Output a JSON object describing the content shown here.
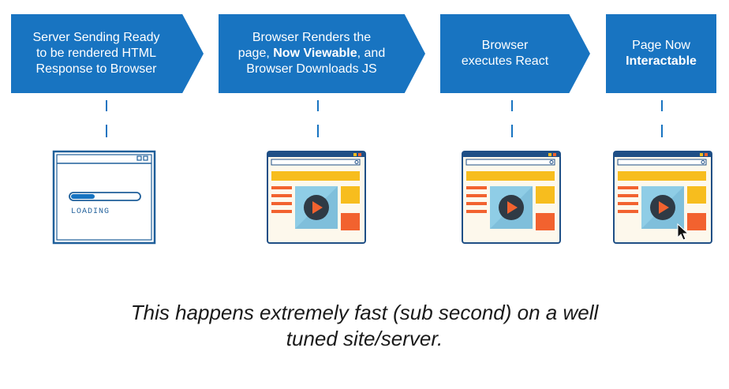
{
  "steps": [
    {
      "lines": [
        [
          "Server Sending Ready"
        ],
        [
          "to be rendered HTML"
        ],
        [
          "Response to Browser"
        ]
      ]
    },
    {
      "lines": [
        [
          "Browser Renders the"
        ],
        [
          "page, ",
          "**Now Viewable",
          ", and"
        ],
        [
          "Browser Downloads JS"
        ]
      ]
    },
    {
      "lines": [
        [
          "Browser"
        ],
        [
          "executes React"
        ]
      ]
    },
    {
      "lines": [
        [
          "Page Now"
        ],
        [
          "**Interactable"
        ]
      ]
    }
  ],
  "loading_label": "LOADING",
  "caption_lines": [
    "This happens extremely fast (sub second) on a well",
    "tuned site/server."
  ],
  "icons": [
    "loading-browser-icon",
    "browser-page-icon",
    "play-icon",
    "mouse-cursor-icon"
  ],
  "colors": {
    "arrow_blue": "#1874c1",
    "yellow": "#f7bd1e",
    "orange": "#f2622f",
    "light_blue": "#8fcde6",
    "play_dark": "#2f3a45",
    "frame": "#1f4f86"
  }
}
